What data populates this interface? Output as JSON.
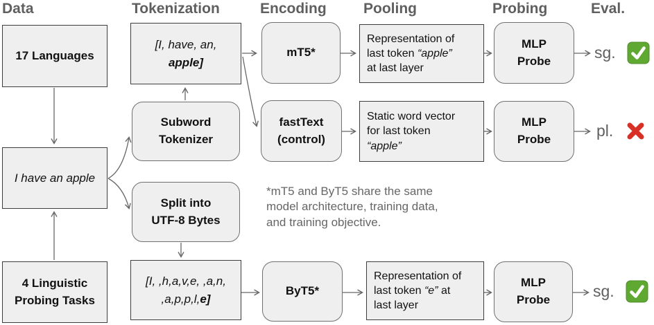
{
  "headers": {
    "data": "Data",
    "tokenization": "Tokenization",
    "encoding": "Encoding",
    "pooling": "Pooling",
    "probing": "Probing",
    "eval": "Eval."
  },
  "data_column": {
    "languages": "17 Languages",
    "sentence": "I have an apple",
    "tasks": "4 Linguistic\nProbing Tasks"
  },
  "tokenization": {
    "subword_tokens": {
      "pre": "[I, have, an,\n",
      "bold": "apple]",
      "post": ""
    },
    "subword_tokenizer": "Subword\nTokenizer",
    "split_utf8": "Split into\nUTF-8 Bytes",
    "byte_tokens": {
      "pre": "[I, ,h,a,v,e, ,a,n,\n,a,p,p,l,",
      "bold": "e]",
      "post": ""
    }
  },
  "encoding": {
    "mt5": "mT5*",
    "fasttext": "fastText\n(control)",
    "byt5": "ByT5*"
  },
  "pooling": {
    "mt5": {
      "pre": "Representation of\nlast token ",
      "italic": "“apple”",
      "post": "\nat last layer"
    },
    "fasttext": {
      "pre": "Static word vector\nfor last token\n",
      "italic": "“apple”",
      "post": ""
    },
    "byt5": {
      "pre": "Representation of\nlast token ",
      "italic": "“e”",
      "post": " at\nlast layer"
    }
  },
  "probing": {
    "mlp1": "MLP\nProbe",
    "mlp2": "MLP\nProbe",
    "mlp3": "MLP\nProbe"
  },
  "note": "*mT5 and ByT5 share the same\nmodel architecture, training data,\nand training objective.",
  "eval": {
    "row1": {
      "label": "sg.",
      "icon": "green-check"
    },
    "row2": {
      "label": "pl.",
      "icon": "red-cross"
    },
    "row3": {
      "label": "sg.",
      "icon": "green-check"
    }
  },
  "colors": {
    "box_fill": "#efefef",
    "rect_border": "#3d3d3d",
    "rounded_border": "#6f6f6f",
    "header_text": "#5f5f5f",
    "note_text": "#666666",
    "arrow": "#666666",
    "check_green": "#5fa832",
    "cross_red": "#d93025"
  }
}
